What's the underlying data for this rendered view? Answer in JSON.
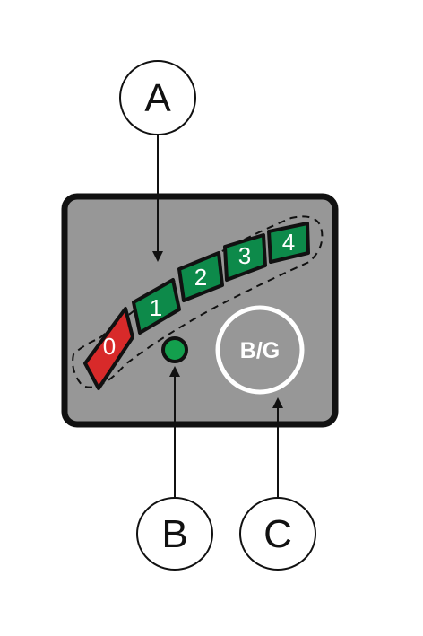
{
  "callouts": {
    "a": "A",
    "b": "B",
    "c": "C"
  },
  "segments": [
    {
      "label": "0",
      "state": "red"
    },
    {
      "label": "1",
      "state": "green"
    },
    {
      "label": "2",
      "state": "green"
    },
    {
      "label": "3",
      "state": "green"
    },
    {
      "label": "4",
      "state": "green"
    }
  ],
  "button": {
    "label": "B/G"
  },
  "colors": {
    "panel": "#979797",
    "panel_border": "#111111",
    "green": "#0d8a4a",
    "red": "#d82a2a",
    "led": "#139f4d",
    "button_ring": "#ffffff"
  },
  "icons": {
    "led": "status-led-icon",
    "button": "bg-button-circle"
  }
}
